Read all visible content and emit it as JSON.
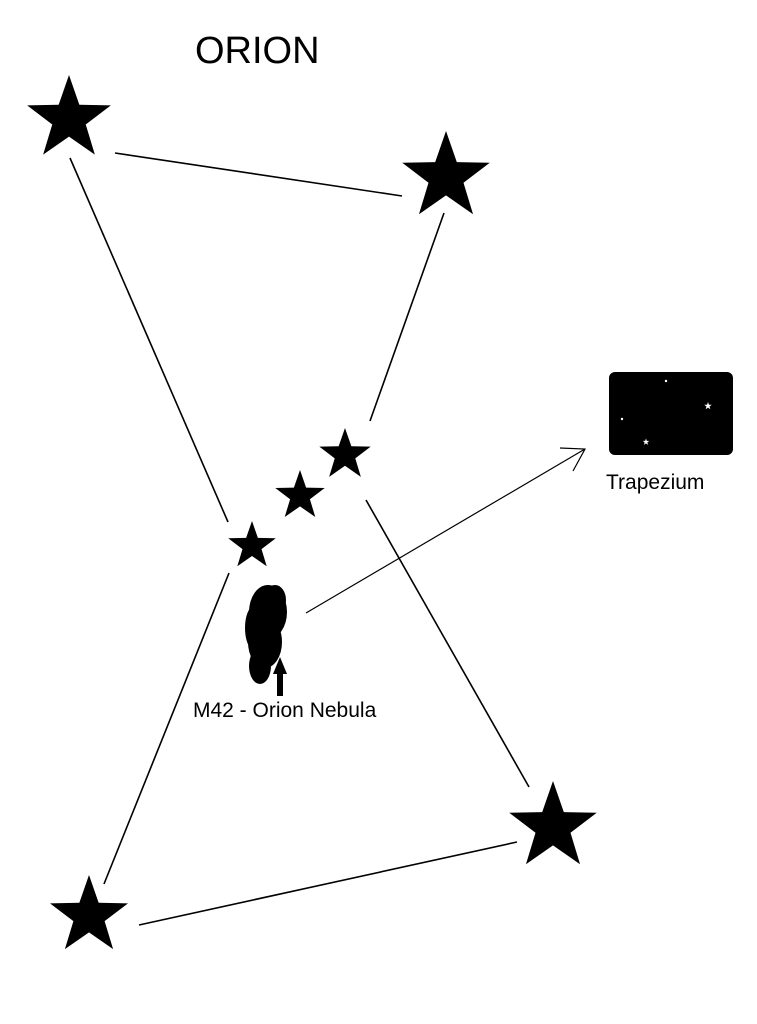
{
  "title": "ORION",
  "labels": {
    "trapezium": "Trapezium",
    "nebula": "M42 - Orion Nebula"
  },
  "stars": [
    {
      "id": "betelgeuse",
      "kind": "large"
    },
    {
      "id": "bellatrix",
      "kind": "large"
    },
    {
      "id": "mintaka",
      "kind": "small"
    },
    {
      "id": "alnilam",
      "kind": "small"
    },
    {
      "id": "alnitak",
      "kind": "small"
    },
    {
      "id": "saiph",
      "kind": "large"
    },
    {
      "id": "rigel",
      "kind": "large"
    }
  ],
  "colors": {
    "ink": "#000000",
    "background": "#ffffff",
    "trapezium_stars": "#ffffff"
  }
}
